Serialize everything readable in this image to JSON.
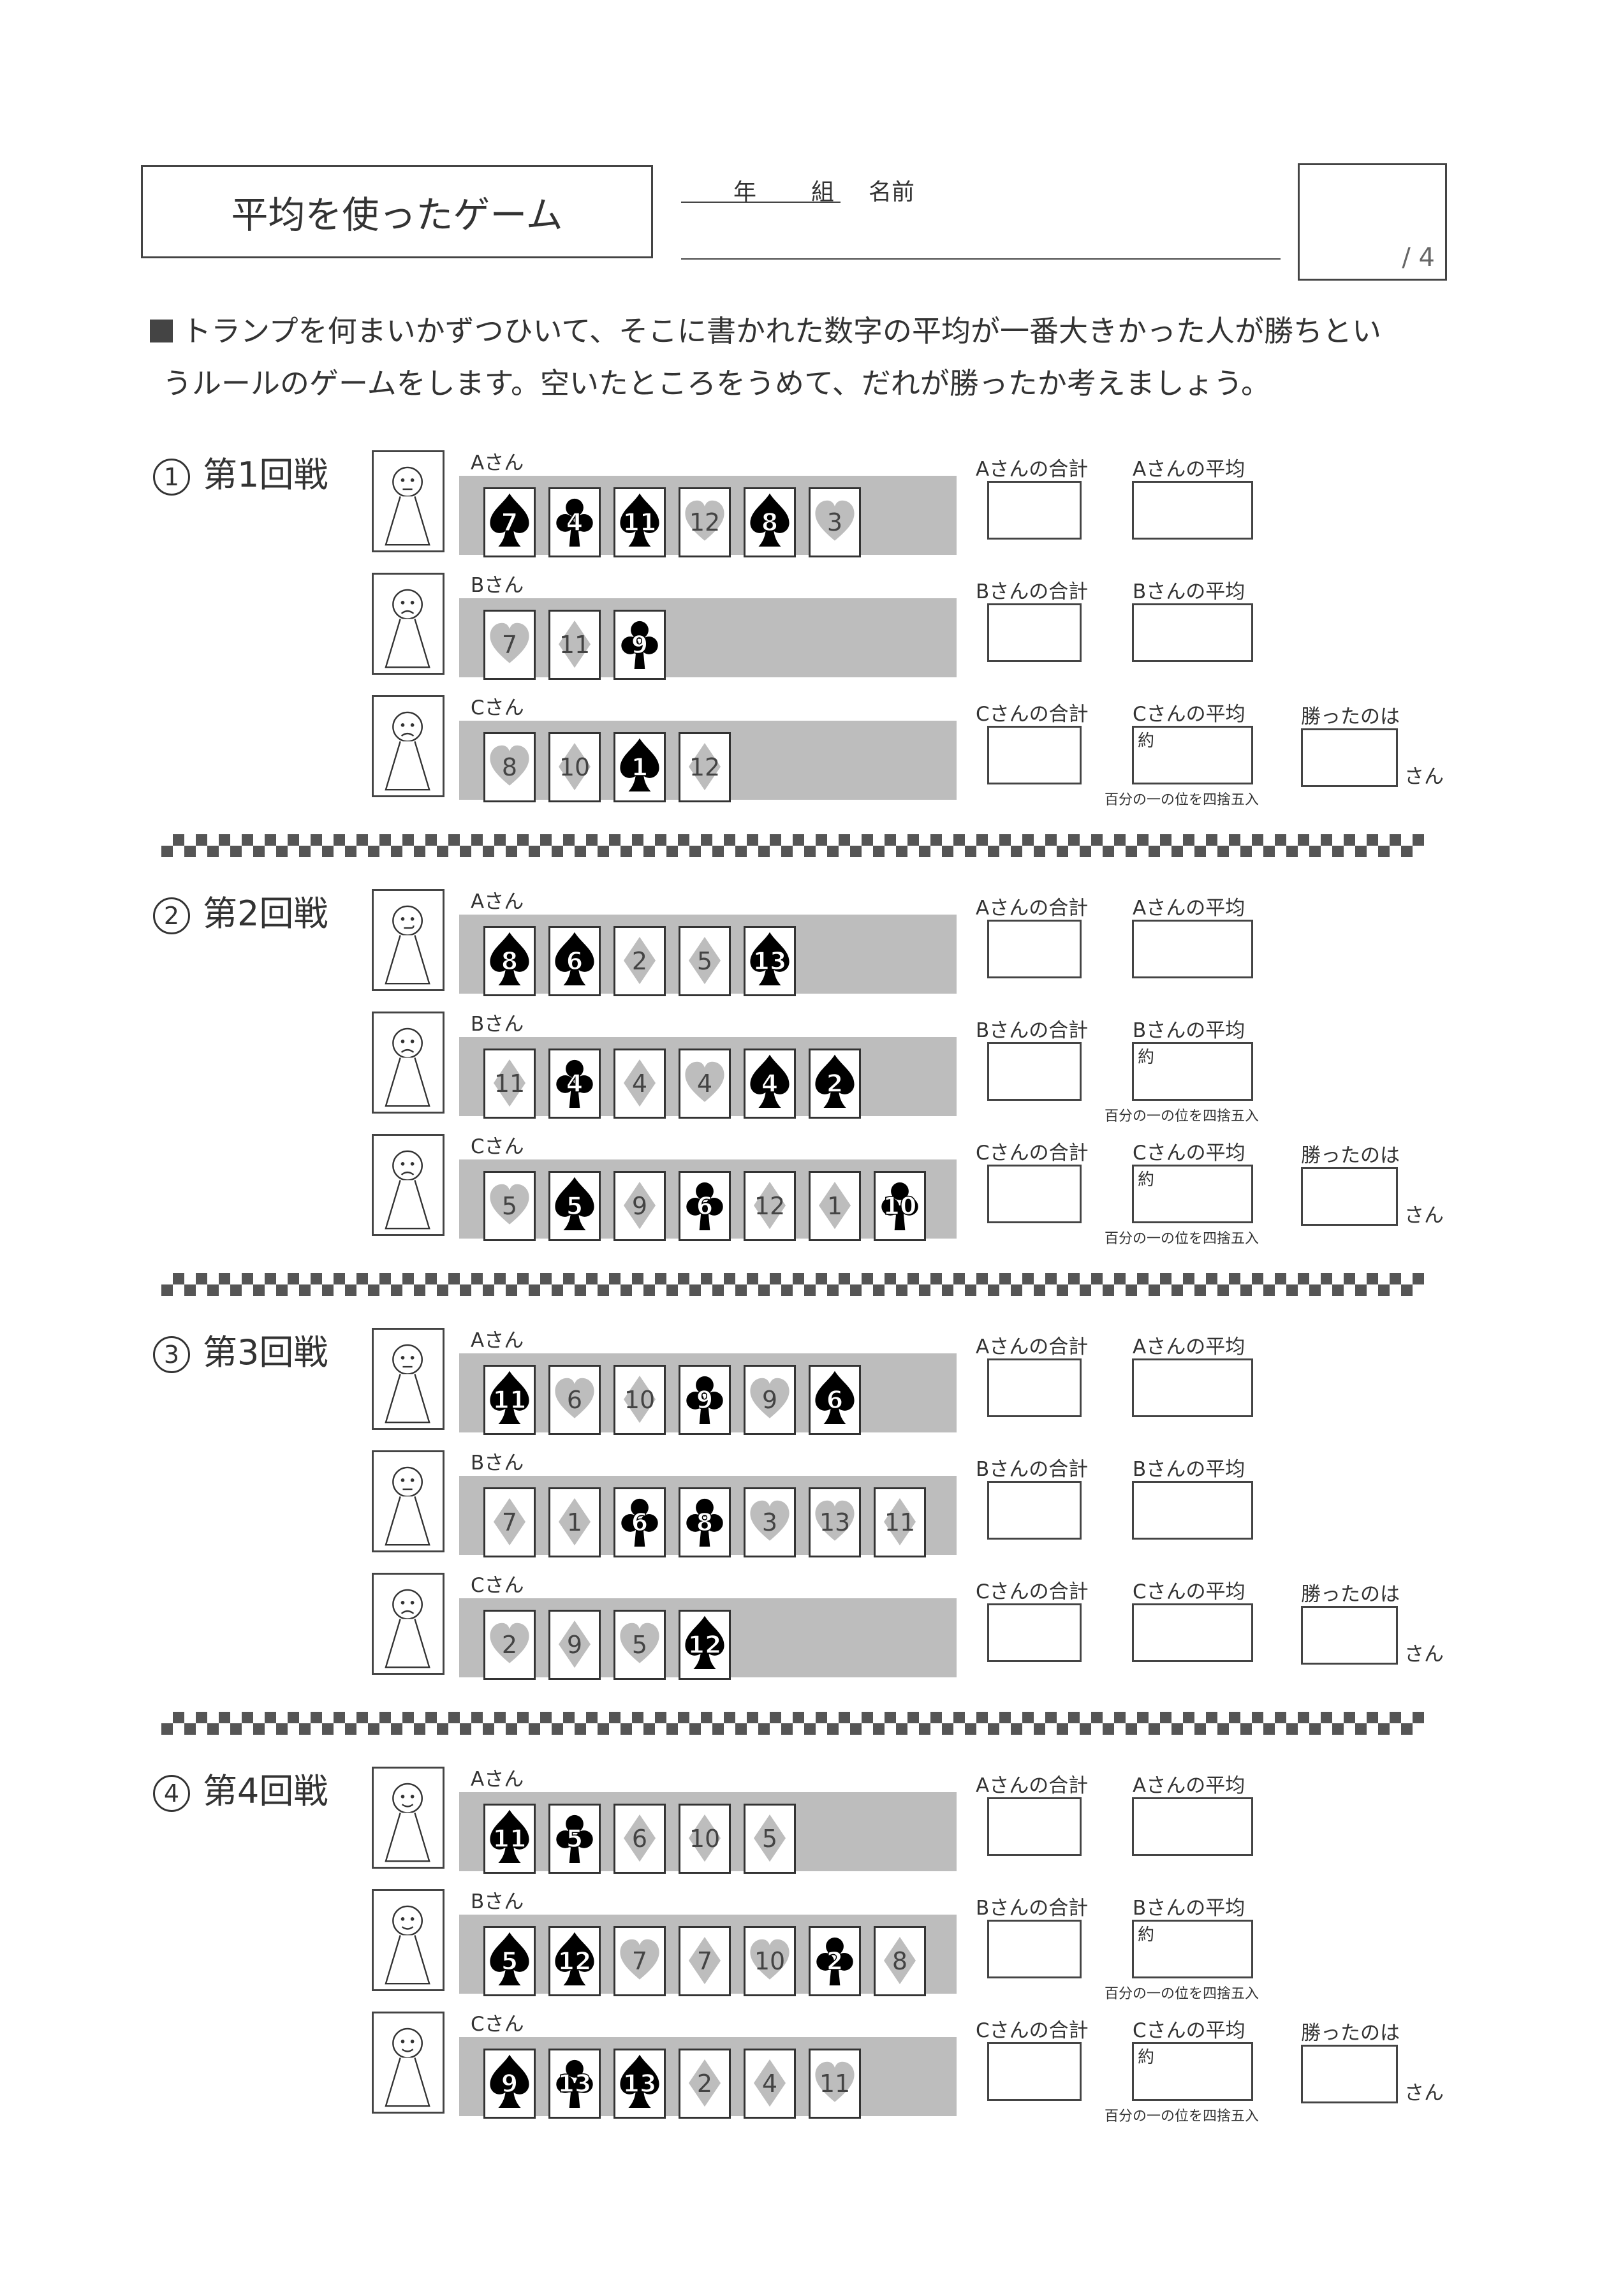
{
  "header": {
    "title": "平均を使ったゲーム",
    "year_label": "年",
    "class_label": "組",
    "name_label": "名前",
    "score_label": "/ 4"
  },
  "instructions": {
    "line1": "トランプを何まいかずつひいて、そこに書かれた数字の平均が一番大きかった人が勝ちとい",
    "line2": "うルールのゲームをします。空いたところをうめて、だれが勝ったか考えましょう。"
  },
  "note_text": "百分の一の位を四捨五入",
  "yaku_text": "約",
  "winner_label": "勝ったのは",
  "san_label": "さん",
  "colors": {
    "black_suit": "#000000",
    "gray_suit": "#bdbdbd",
    "band": "#bdbdbd"
  },
  "rounds": [
    {
      "circle": "1",
      "title": "第1回戦",
      "players": [
        {
          "name": "Aさん",
          "sum_label": "Aさんの合計",
          "avg_label": "Aさんの平均",
          "approx": false,
          "face": "neutral",
          "cards": [
            {
              "suit": "spade",
              "n": "7"
            },
            {
              "suit": "club",
              "n": "4"
            },
            {
              "suit": "spade",
              "n": "11"
            },
            {
              "suit": "heart",
              "n": "12"
            },
            {
              "suit": "spade",
              "n": "8"
            },
            {
              "suit": "heart",
              "n": "3"
            }
          ]
        },
        {
          "name": "Bさん",
          "sum_label": "Bさんの合計",
          "avg_label": "Bさんの平均",
          "approx": false,
          "face": "sad",
          "cards": [
            {
              "suit": "heart",
              "n": "7"
            },
            {
              "suit": "diamond",
              "n": "11"
            },
            {
              "suit": "club",
              "n": "9"
            }
          ]
        },
        {
          "name": "Cさん",
          "sum_label": "Cさんの合計",
          "avg_label": "Cさんの平均",
          "approx": true,
          "face": "sad",
          "cards": [
            {
              "suit": "heart",
              "n": "8"
            },
            {
              "suit": "diamond",
              "n": "10"
            },
            {
              "suit": "spade",
              "n": "1"
            },
            {
              "suit": "diamond",
              "n": "12"
            }
          ]
        }
      ]
    },
    {
      "circle": "2",
      "title": "第2回戦",
      "players": [
        {
          "name": "Aさん",
          "sum_label": "Aさんの合計",
          "avg_label": "Aさんの平均",
          "approx": false,
          "face": "smirk",
          "cards": [
            {
              "suit": "spade",
              "n": "8"
            },
            {
              "suit": "spade",
              "n": "6"
            },
            {
              "suit": "diamond",
              "n": "2"
            },
            {
              "suit": "diamond",
              "n": "5"
            },
            {
              "suit": "spade",
              "n": "13"
            }
          ]
        },
        {
          "name": "Bさん",
          "sum_label": "Bさんの合計",
          "avg_label": "Bさんの平均",
          "approx": true,
          "face": "sad",
          "cards": [
            {
              "suit": "diamond",
              "n": "11"
            },
            {
              "suit": "club",
              "n": "4"
            },
            {
              "suit": "diamond",
              "n": "4"
            },
            {
              "suit": "heart",
              "n": "4"
            },
            {
              "suit": "spade",
              "n": "4"
            },
            {
              "suit": "spade",
              "n": "2"
            }
          ]
        },
        {
          "name": "Cさん",
          "sum_label": "Cさんの合計",
          "avg_label": "Cさんの平均",
          "approx": true,
          "face": "sad",
          "cards": [
            {
              "suit": "heart",
              "n": "5"
            },
            {
              "suit": "spade",
              "n": "5"
            },
            {
              "suit": "diamond",
              "n": "9"
            },
            {
              "suit": "club",
              "n": "6"
            },
            {
              "suit": "diamond",
              "n": "12"
            },
            {
              "suit": "diamond",
              "n": "1"
            },
            {
              "suit": "club",
              "n": "10"
            }
          ]
        }
      ]
    },
    {
      "circle": "3",
      "title": "第3回戦",
      "players": [
        {
          "name": "Aさん",
          "sum_label": "Aさんの合計",
          "avg_label": "Aさんの平均",
          "approx": false,
          "face": "neutral",
          "cards": [
            {
              "suit": "spade",
              "n": "11"
            },
            {
              "suit": "heart",
              "n": "6"
            },
            {
              "suit": "diamond",
              "n": "10"
            },
            {
              "suit": "club",
              "n": "9"
            },
            {
              "suit": "heart",
              "n": "9"
            },
            {
              "suit": "spade",
              "n": "6"
            }
          ]
        },
        {
          "name": "Bさん",
          "sum_label": "Bさんの合計",
          "avg_label": "Bさんの平均",
          "approx": false,
          "face": "neutral",
          "cards": [
            {
              "suit": "diamond",
              "n": "7"
            },
            {
              "suit": "diamond",
              "n": "1"
            },
            {
              "suit": "club",
              "n": "6"
            },
            {
              "suit": "club",
              "n": "8"
            },
            {
              "suit": "heart",
              "n": "3"
            },
            {
              "suit": "heart",
              "n": "13"
            },
            {
              "suit": "diamond",
              "n": "11"
            }
          ]
        },
        {
          "name": "Cさん",
          "sum_label": "Cさんの合計",
          "avg_label": "Cさんの平均",
          "approx": false,
          "face": "sad",
          "cards": [
            {
              "suit": "heart",
              "n": "2"
            },
            {
              "suit": "diamond",
              "n": "9"
            },
            {
              "suit": "heart",
              "n": "5"
            },
            {
              "suit": "spade",
              "n": "12"
            }
          ]
        }
      ]
    },
    {
      "circle": "4",
      "title": "第4回戦",
      "players": [
        {
          "name": "Aさん",
          "sum_label": "Aさんの合計",
          "avg_label": "Aさんの平均",
          "approx": false,
          "face": "smile",
          "cards": [
            {
              "suit": "spade",
              "n": "11"
            },
            {
              "suit": "club",
              "n": "5"
            },
            {
              "suit": "diamond",
              "n": "6"
            },
            {
              "suit": "diamond",
              "n": "10"
            },
            {
              "suit": "diamond",
              "n": "5"
            }
          ]
        },
        {
          "name": "Bさん",
          "sum_label": "Bさんの合計",
          "avg_label": "Bさんの平均",
          "approx": true,
          "face": "smile",
          "cards": [
            {
              "suit": "spade",
              "n": "5"
            },
            {
              "suit": "spade",
              "n": "12"
            },
            {
              "suit": "heart",
              "n": "7"
            },
            {
              "suit": "diamond",
              "n": "7"
            },
            {
              "suit": "heart",
              "n": "10"
            },
            {
              "suit": "club",
              "n": "2"
            },
            {
              "suit": "diamond",
              "n": "8"
            }
          ]
        },
        {
          "name": "Cさん",
          "sum_label": "Cさんの合計",
          "avg_label": "Cさんの平均",
          "approx": true,
          "face": "smile",
          "cards": [
            {
              "suit": "spade",
              "n": "9"
            },
            {
              "suit": "club",
              "n": "13"
            },
            {
              "suit": "spade",
              "n": "13"
            },
            {
              "suit": "diamond",
              "n": "2"
            },
            {
              "suit": "diamond",
              "n": "4"
            },
            {
              "suit": "heart",
              "n": "11"
            }
          ]
        }
      ]
    }
  ]
}
